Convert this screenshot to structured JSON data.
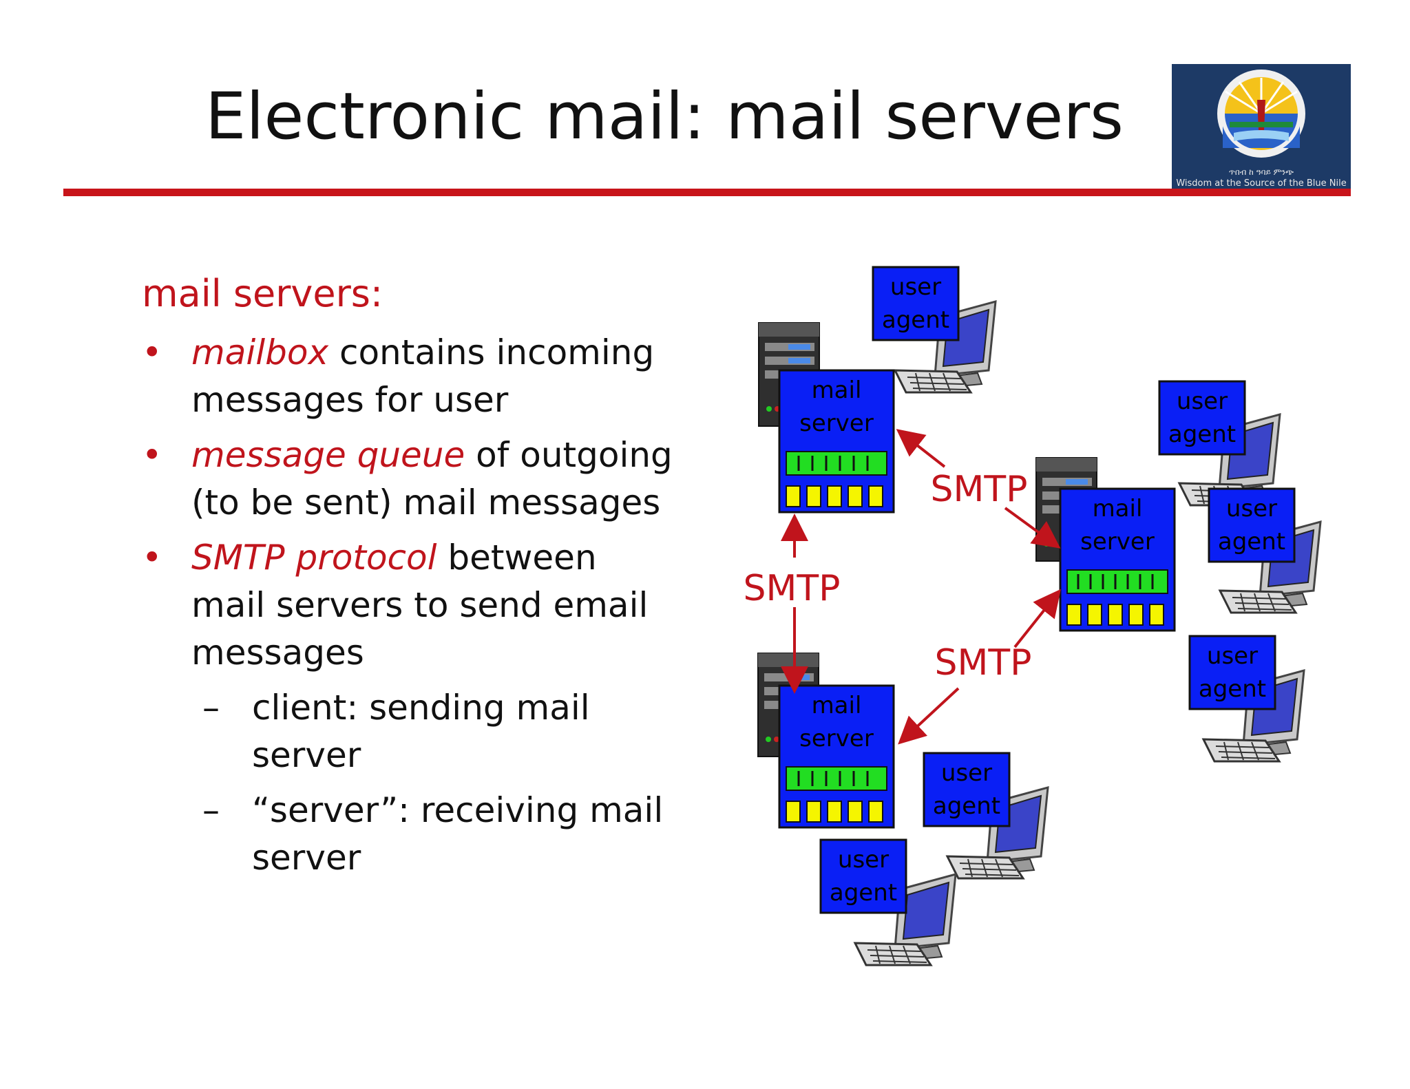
{
  "slide": {
    "title": "Electronic mail: mail servers",
    "logo_line1": "ጥበብ ከ ዓባይ ምንጭ",
    "logo_line2": "Wisdom at the Source of the Blue Nile"
  },
  "content": {
    "heading": "mail servers:",
    "bullets": [
      {
        "term": "mailbox",
        "rest1": " contains incoming",
        "line2": "messages for user"
      },
      {
        "term": "message queue",
        "rest1": " of outgoing",
        "line2": "(to be sent) mail messages"
      },
      {
        "term": "SMTP protocol",
        "rest1": " between",
        "line2": "mail servers to send email",
        "line3": "messages"
      }
    ],
    "sub_bullets": [
      {
        "dash": "–",
        "line1": "client: sending mail",
        "line2": "server"
      },
      {
        "dash": "–",
        "line1": "“server”: receiving mail",
        "line2": "server"
      }
    ]
  },
  "diagram": {
    "protocol": "SMTP",
    "server_line1": "mail",
    "server_line2": "server",
    "agent_line1": "user",
    "agent_line2": "agent"
  },
  "colors": {
    "accent": "#c0141c",
    "rule": "#c8141a",
    "box_blue": "#0a1ff5",
    "queue_green": "#22dd22",
    "mailbox_yellow": "#f5f500",
    "logo_bg": "#1d3a66"
  }
}
